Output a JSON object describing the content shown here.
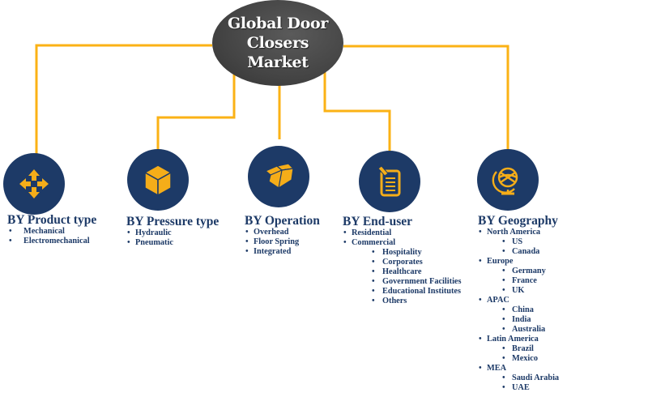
{
  "root": {
    "title_lines": [
      "Global Door",
      "Closers",
      "Market"
    ]
  },
  "colors": {
    "connector": "#fbb215",
    "circle": "#1d3a67",
    "icon": "#f5ad19",
    "text": "#1d3a67",
    "root_bg": "#474747"
  },
  "categories": [
    {
      "icon": "four-arrows-icon",
      "title": "BY Product type",
      "items": [
        {
          "label": "Mechanical"
        },
        {
          "label": "Electromechanical"
        }
      ]
    },
    {
      "icon": "cube-icon",
      "title": "BY Pressure type",
      "items": [
        {
          "label": "Hydraulic"
        },
        {
          "label": "Pneumatic"
        }
      ]
    },
    {
      "icon": "open-box-icon",
      "title": "BY Operation",
      "items": [
        {
          "label": "Overhead"
        },
        {
          "label": "Floor Spring"
        },
        {
          "label": "Integrated"
        }
      ]
    },
    {
      "icon": "clipboard-pencil-icon",
      "title": "BY End-user",
      "items": [
        {
          "label": "Residential"
        },
        {
          "label": "Commercial",
          "children": [
            "Hospitality",
            "Corporates",
            "Healthcare",
            "Government Facilities",
            "Educational Institutes",
            "Others"
          ]
        }
      ]
    },
    {
      "icon": "globe-icon",
      "title": "BY Geography",
      "items": [
        {
          "label": "North America",
          "children": [
            "US",
            "Canada"
          ]
        },
        {
          "label": "Europe",
          "children": [
            "Germany",
            "France",
            "UK"
          ]
        },
        {
          "label": "APAC",
          "children": [
            "China",
            "India",
            "Australia"
          ]
        },
        {
          "label": "Latin America",
          "children": [
            "Brazil",
            "Mexico"
          ]
        },
        {
          "label": "MEA",
          "children": [
            "Saudi Arabia",
            "UAE"
          ]
        }
      ]
    }
  ]
}
